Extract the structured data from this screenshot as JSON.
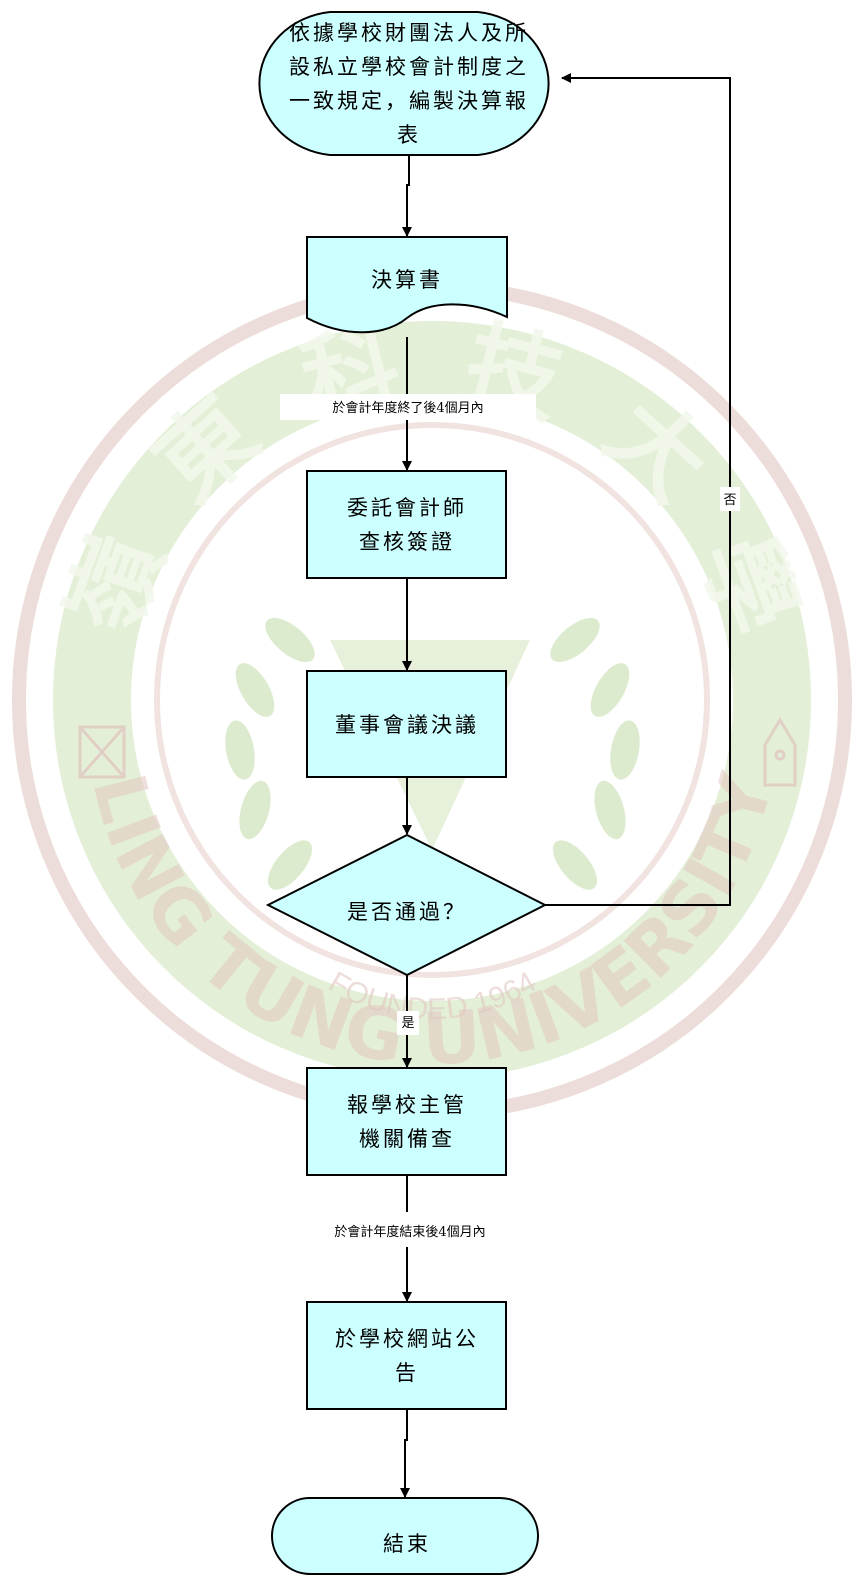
{
  "colors": {
    "node_fill": "#ccffff",
    "stroke": "#000000",
    "watermark_green": "#8fbf5f",
    "watermark_red": "#c99a90",
    "watermark_light": "#e8f1dc"
  },
  "watermark": {
    "chinese": "嶺東科技大學",
    "english": "LING TUNG UNIVERSITY",
    "founded": "FOUNDED 1964",
    "shield_icon": "shield-icon",
    "pen_nib_icon": "pen-nib-icon",
    "laurel_icon": "laurel-wreath-icon"
  },
  "nodes": {
    "start": {
      "lines": [
        "依據學校財團法人及所",
        "設私立學校會計制度之",
        "一致規定，編製決算報",
        "表"
      ]
    },
    "document": {
      "lines": [
        "決算書"
      ]
    },
    "audit": {
      "lines": [
        "委託會計師",
        "查核簽證"
      ]
    },
    "board": {
      "lines": [
        "董事會議決議"
      ]
    },
    "decision": {
      "lines": [
        "是否通過？"
      ]
    },
    "report": {
      "lines": [
        "報學校主管",
        "機關備查"
      ]
    },
    "publish": {
      "lines": [
        "於學校網站公",
        "告"
      ]
    },
    "end": {
      "lines": [
        "結束"
      ]
    }
  },
  "edges": {
    "doc_to_audit": "於會計年度終了後4個月內",
    "decision_no": "否",
    "decision_yes": "是",
    "report_to_publish": "於會計年度結束後4個月內"
  }
}
